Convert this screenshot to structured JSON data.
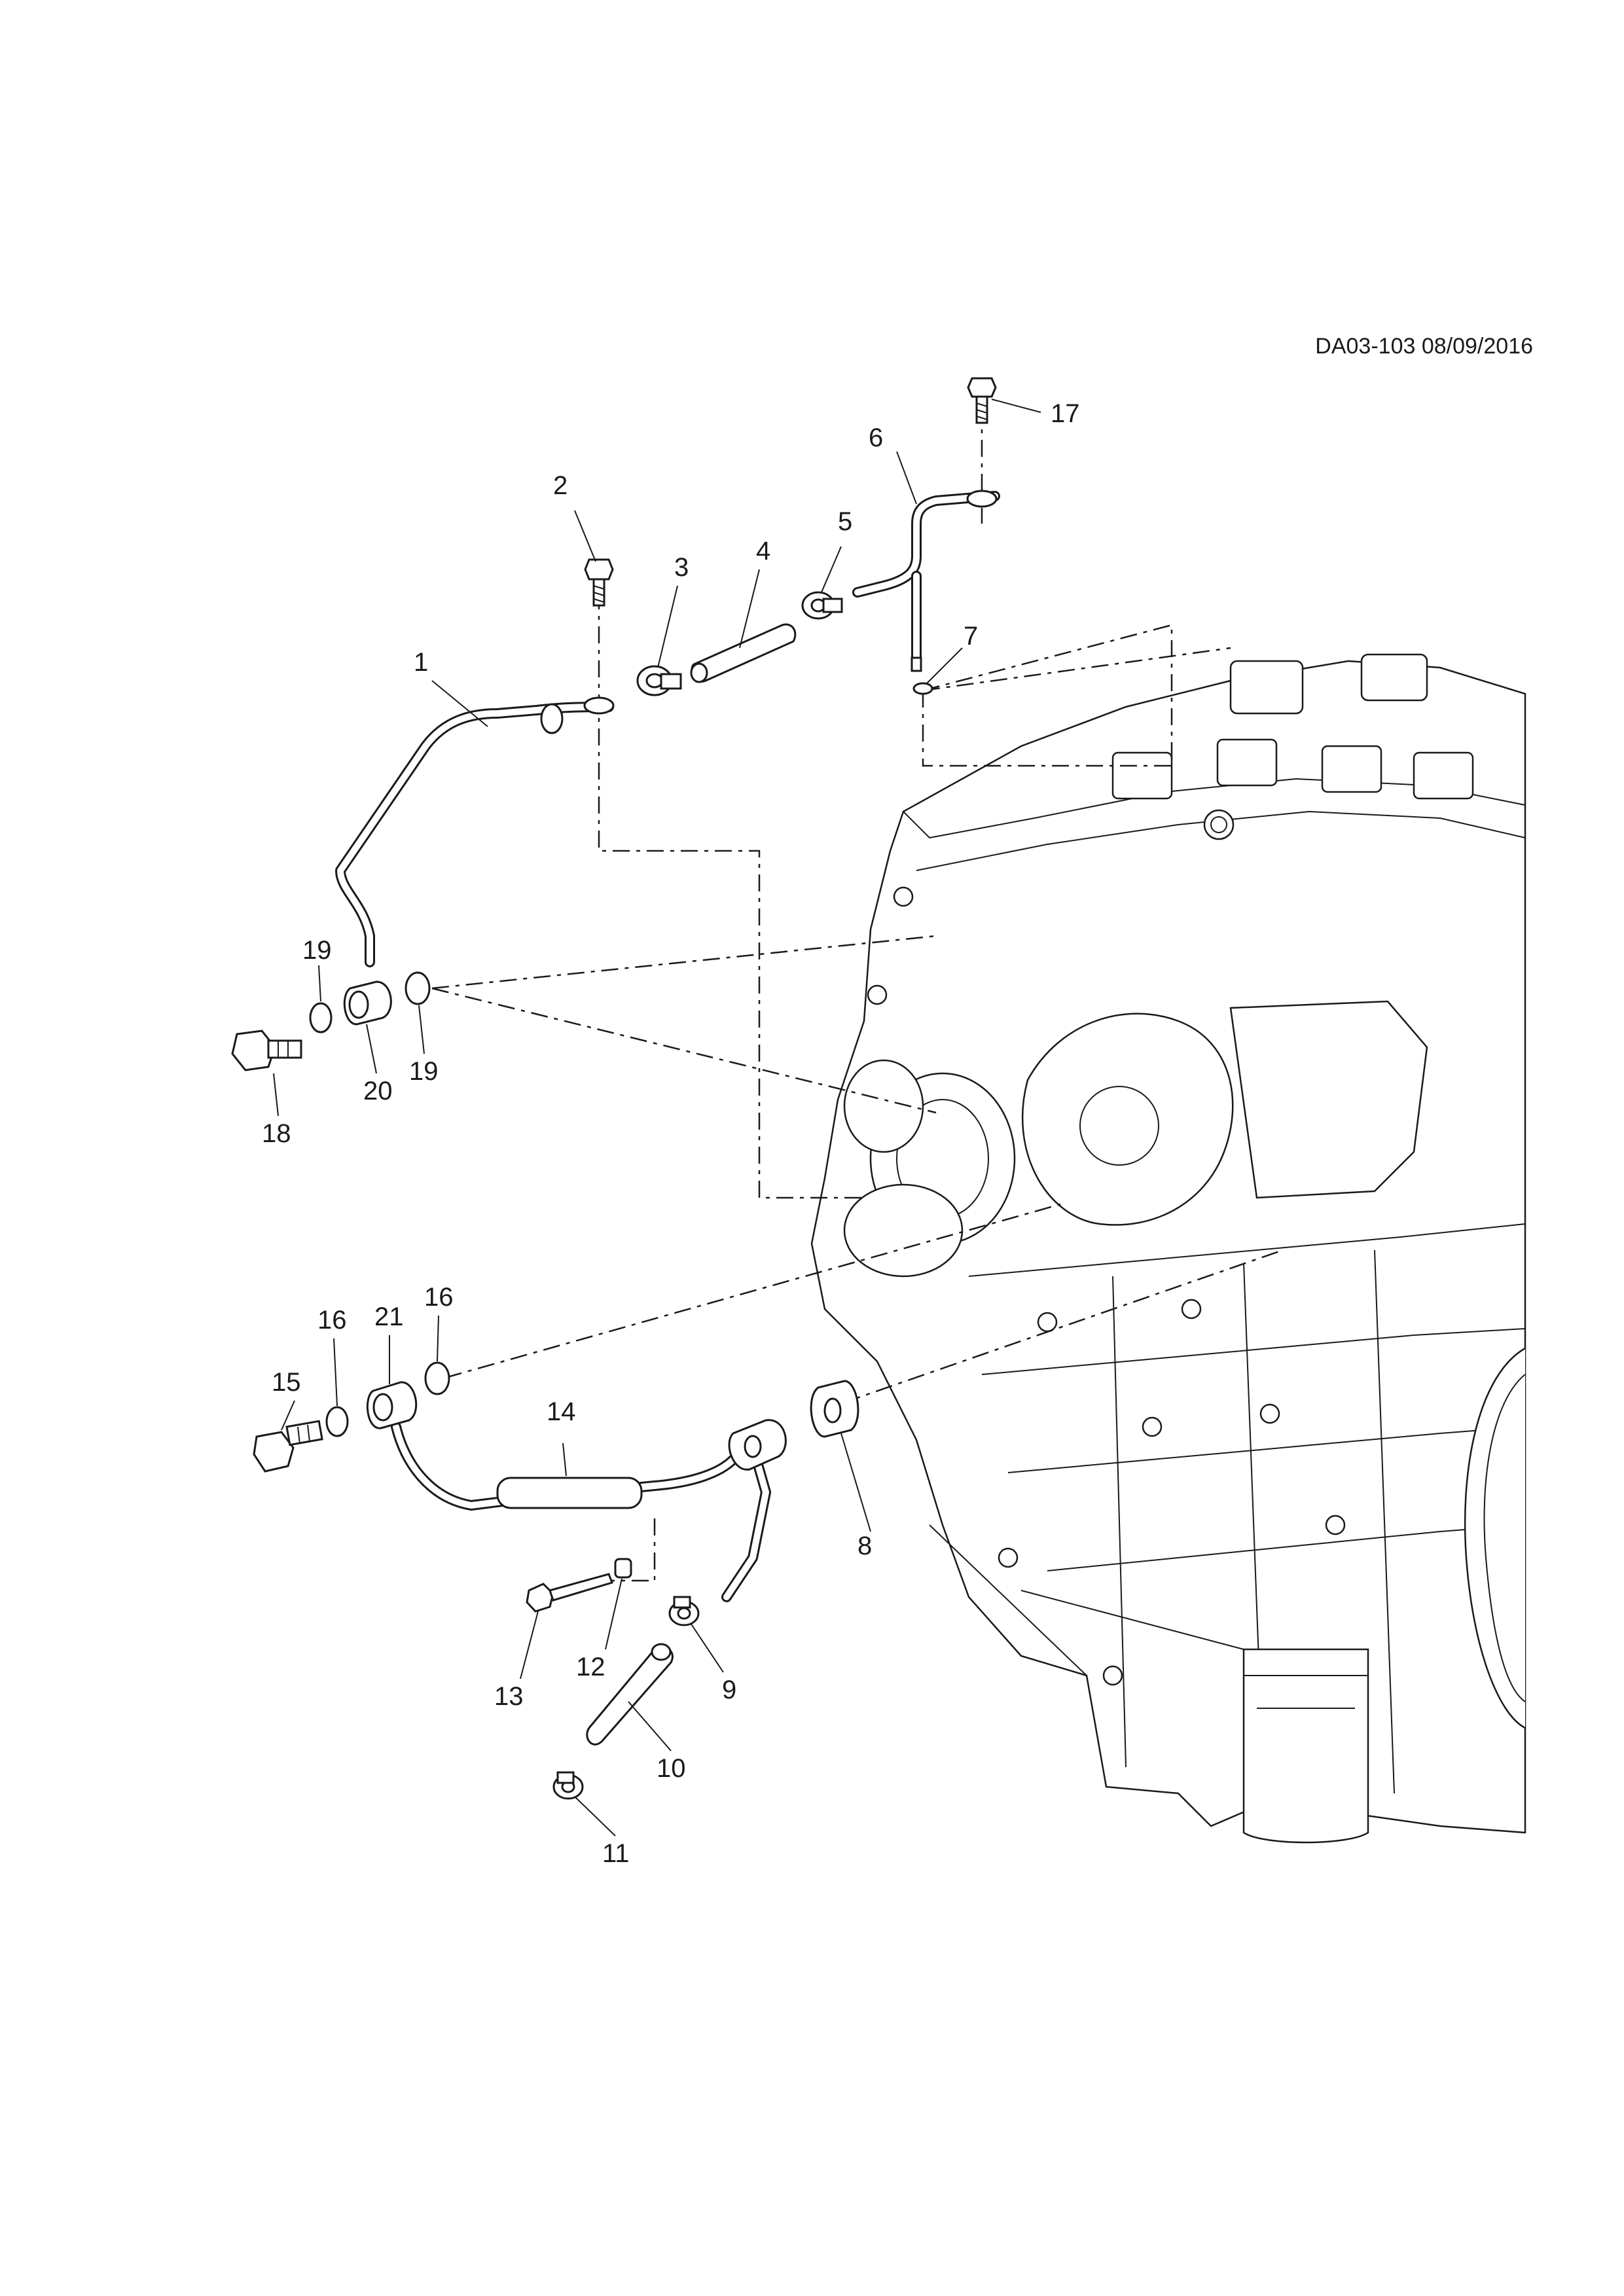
{
  "header": {
    "reference": "DA03-103 08/09/2016"
  },
  "callouts": [
    {
      "id": "1",
      "label": "1"
    },
    {
      "id": "2",
      "label": "2"
    },
    {
      "id": "3",
      "label": "3"
    },
    {
      "id": "4",
      "label": "4"
    },
    {
      "id": "5",
      "label": "5"
    },
    {
      "id": "6",
      "label": "6"
    },
    {
      "id": "7",
      "label": "7"
    },
    {
      "id": "8",
      "label": "8"
    },
    {
      "id": "9",
      "label": "9"
    },
    {
      "id": "10",
      "label": "10"
    },
    {
      "id": "11",
      "label": "11"
    },
    {
      "id": "12",
      "label": "12"
    },
    {
      "id": "13",
      "label": "13"
    },
    {
      "id": "14",
      "label": "14"
    },
    {
      "id": "15",
      "label": "15"
    },
    {
      "id": "16a",
      "label": "16"
    },
    {
      "id": "16b",
      "label": "16"
    },
    {
      "id": "17",
      "label": "17"
    },
    {
      "id": "18",
      "label": "18"
    },
    {
      "id": "19a",
      "label": "19"
    },
    {
      "id": "19b",
      "label": "19"
    },
    {
      "id": "20",
      "label": "20"
    },
    {
      "id": "21",
      "label": "21"
    }
  ]
}
